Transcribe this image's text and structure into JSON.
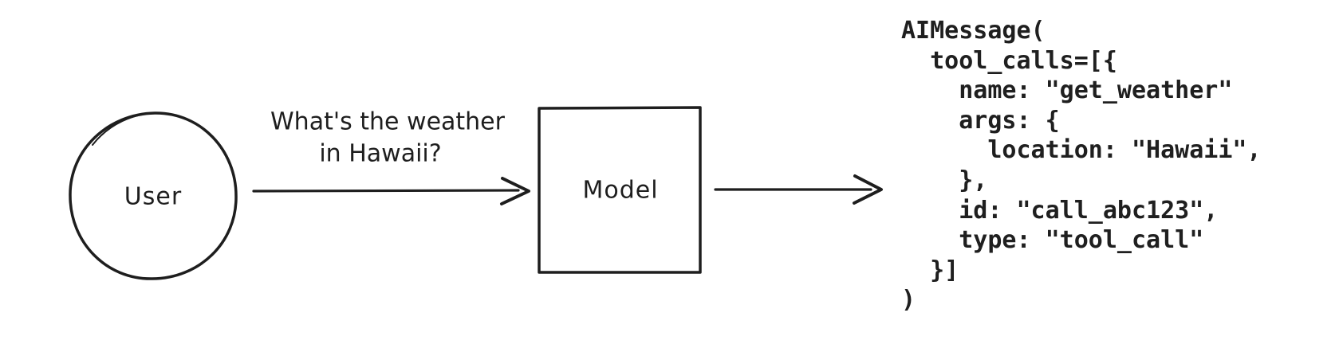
{
  "diagram": {
    "colors": {
      "stroke": "#1e1e1e",
      "background": "#ffffff",
      "code_text": "#1f1f1f"
    },
    "user_node": {
      "shape": "circle",
      "label": "User"
    },
    "model_node": {
      "shape": "rectangle",
      "label": "Model"
    },
    "edge_user_to_model": {
      "label_line1": "What's the weather",
      "label_line2": "in Hawaii?"
    },
    "edge_model_to_output": {
      "label": ""
    },
    "output_code": {
      "lines": [
        "AIMessage(",
        "  tool_calls=[{",
        "    name: \"get_weather\"",
        "    args: {",
        "      location: \"Hawaii\",",
        "    },",
        "    id: \"call_abc123\",",
        "    type: \"tool_call\"",
        "  }]",
        ")"
      ]
    }
  }
}
